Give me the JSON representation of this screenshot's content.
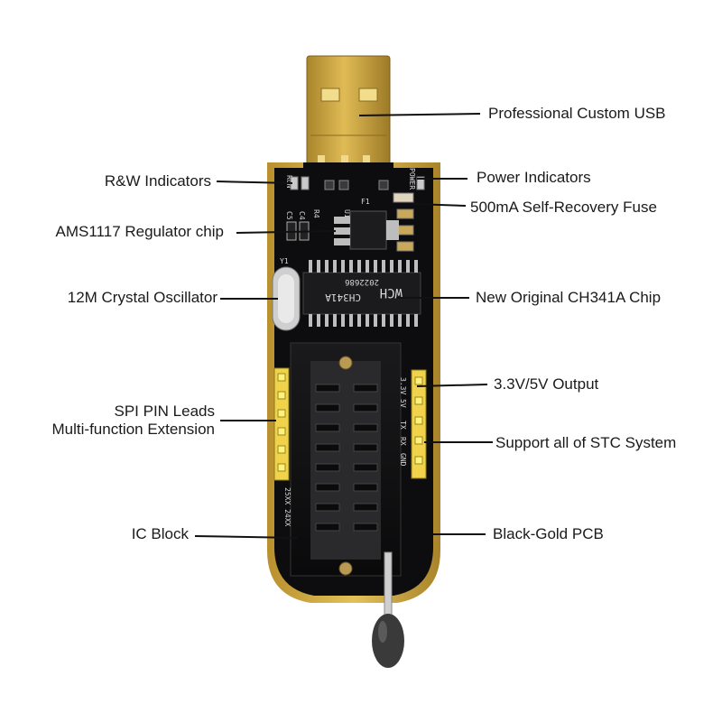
{
  "callouts": {
    "usb": "Professional Custom USB",
    "rw_indicators": "R&W Indicators",
    "power_indicators": "Power Indicators",
    "fuse": "500mA Self-Recovery Fuse",
    "regulator": "AMS1117 Regulator chip",
    "crystal": "12M Crystal Oscillator",
    "ch341a": "New Original CH341A Chip",
    "output": "3.3V/5V Output",
    "spi_line1": "SPI PIN Leads",
    "spi_line2": "Multi-function Extension",
    "stc": "Support all of STC System",
    "ic_block": "IC Block",
    "pcb": "Black-Gold PCB"
  },
  "board_markings": {
    "run": "RUN",
    "power": "POWER",
    "u1": "U1",
    "f1": "F1",
    "c5": "C5",
    "c4": "C4",
    "r4": "R4",
    "y1": "Y1",
    "chip_line1": "CH341A",
    "chip_line2": "2022686",
    "chip_logo": "WCH",
    "pins": [
      "3.3V",
      "5V",
      "TX",
      "RX",
      "GND"
    ],
    "socket_side": "25XX 24XX"
  },
  "colors": {
    "pcb": "#0d0d0f",
    "gold": "#d8b24a",
    "usb_gold": "#c9a23a",
    "chip": "#1b1b1d",
    "header_pins": "#e7c83a"
  }
}
